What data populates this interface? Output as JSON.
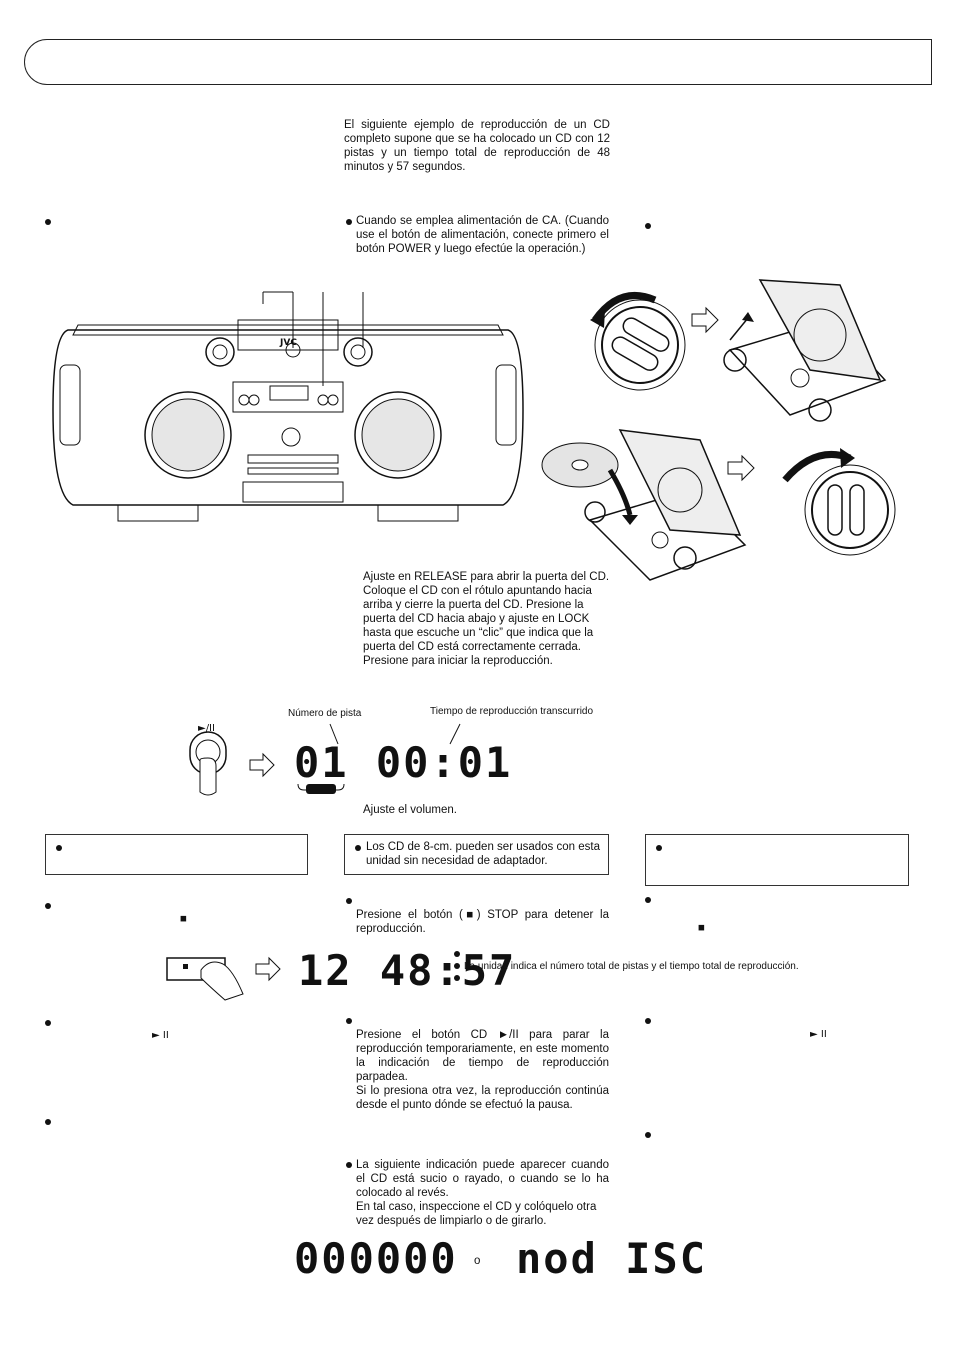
{
  "intro": {
    "text": "El siguiente ejemplo de reproducción de un CD completo supone que se ha colocado un CD con 12 pistas y un tiempo total de reproducción de 48 minutos y 57 segundos."
  },
  "ac_note": "Cuando se emplea alimentación de CA. (Cuando use el botón de alimentación, conecte primero el botón POWER y luego efectúe  la operación.)",
  "device_brand": "JVC",
  "cd_instructions": {
    "line1": "Ajuste en RELEASE para abrir la puerta del CD.",
    "line2": "Coloque el CD con el rótulo apuntando hacia arriba y cierre la puerta del CD. Presione la puerta del CD hacia abajo y ajuste en LOCK hasta que escuche un “clic” que indica que la puerta del CD está correctamente cerrada.",
    "line3": "Presione para iniciar la reproducción."
  },
  "display_labels": {
    "track_number": "Número de pista",
    "elapsed_time": "Tiempo de reproducción transcurrido"
  },
  "play_pause_symbol": "►/II",
  "display_playing": "01 00:01",
  "volume_text": "Ajuste el volumen.",
  "note_8cm": "Los CD de 8-cm. pueden ser usados con esta unidad sin necesidad de adaptador.",
  "stop_text": "Presione el botón (■) STOP para detener la reproducción.",
  "stop_symbol": "■",
  "display_total": "12 48:57",
  "total_caption": "La unidad indica el número total de pistas y el tiempo total de reproducción.",
  "pause_text": {
    "line1": "Presione el botón CD ►/II para parar la reproducción temporariamente, en este momento la indicación de tiempo de reproducción parpadea.",
    "line2": "Si lo presiona otra vez, la reproducción continúa desde el punto dónde se efectuó la pausa."
  },
  "pause_symbol": "► II",
  "error_text": {
    "line1": "La siguiente indicación puede aparecer cuando el CD está sucio o rayado, o cuando se lo ha colocado al revés.",
    "line2": "En tal caso, inspeccione el CD y colóquelo otra vez después de limpiarlo o de girarlo."
  },
  "display_error_1": "000000",
  "display_or": "o",
  "display_error_2": "nod ISC"
}
